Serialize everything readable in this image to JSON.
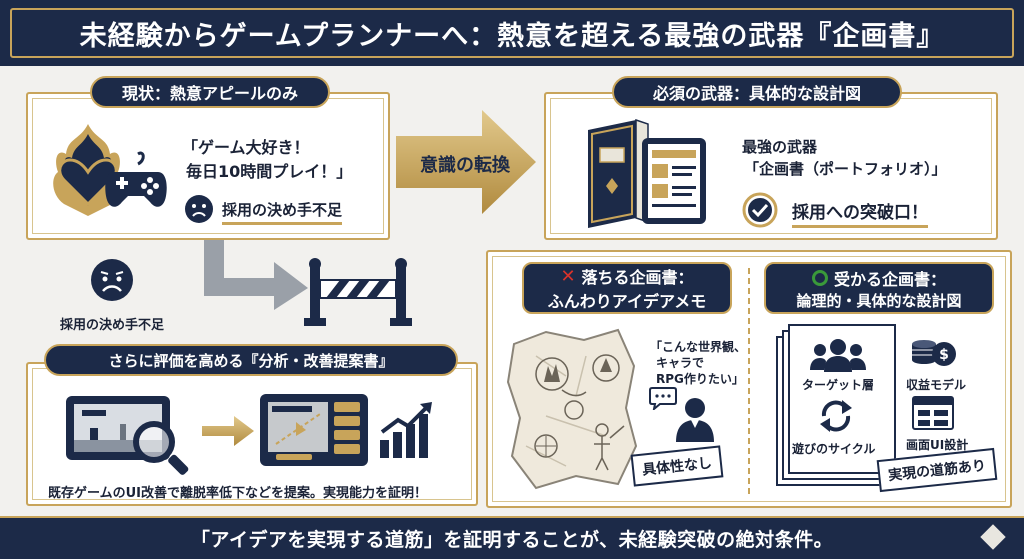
{
  "header": {
    "title": "未経験からゲームプランナーへ：熱意を超える最強の武器『企画書』"
  },
  "current_state": {
    "tab": "現状：熱意アピールのみ",
    "quote_line1": "「ゲーム大好き！",
    "quote_line2": "毎日10時間プレイ！」",
    "verdict": "採用の決め手不足"
  },
  "arrow": {
    "label": "意識の転換"
  },
  "barrier": {
    "label": "採用の決め手不足"
  },
  "weapon": {
    "tab": "必須の武器：具体的な設計図",
    "line1": "最強の武器",
    "line2": "「企画書（ポートフォリオ）」",
    "breakthrough": "採用への突破口！"
  },
  "analysis": {
    "tab": "さらに評価を高める『分析・改善提案書』",
    "caption": "既存ゲームのUI改善で離脱率低下などを提案。実現能力を証明！"
  },
  "fail_plan": {
    "title_line1": "落ちる企画書：",
    "title_line2": "ふんわりアイデアメモ",
    "bubble_line1": "「こんな世界観、",
    "bubble_line2": "キャラで",
    "bubble_line3": "RPG作りたい」",
    "stamp": "具体性なし"
  },
  "pass_plan": {
    "title_line1": "受かる企画書：",
    "title_line2": "論理的・具体的な設計図",
    "item_target": "ターゲット層",
    "item_cycle": "遊びのサイクル",
    "item_revenue": "収益モデル",
    "item_ui": "画面UI設計",
    "stamp": "実現の道筋あり"
  },
  "footer": {
    "text": "「アイデアを実現する道筋」を証明することが、未経験突破の絶対条件。"
  },
  "colors": {
    "navy": "#1c2a48",
    "gold": "#c8a45a",
    "red": "#d9332b",
    "green": "#3a9a3a"
  }
}
